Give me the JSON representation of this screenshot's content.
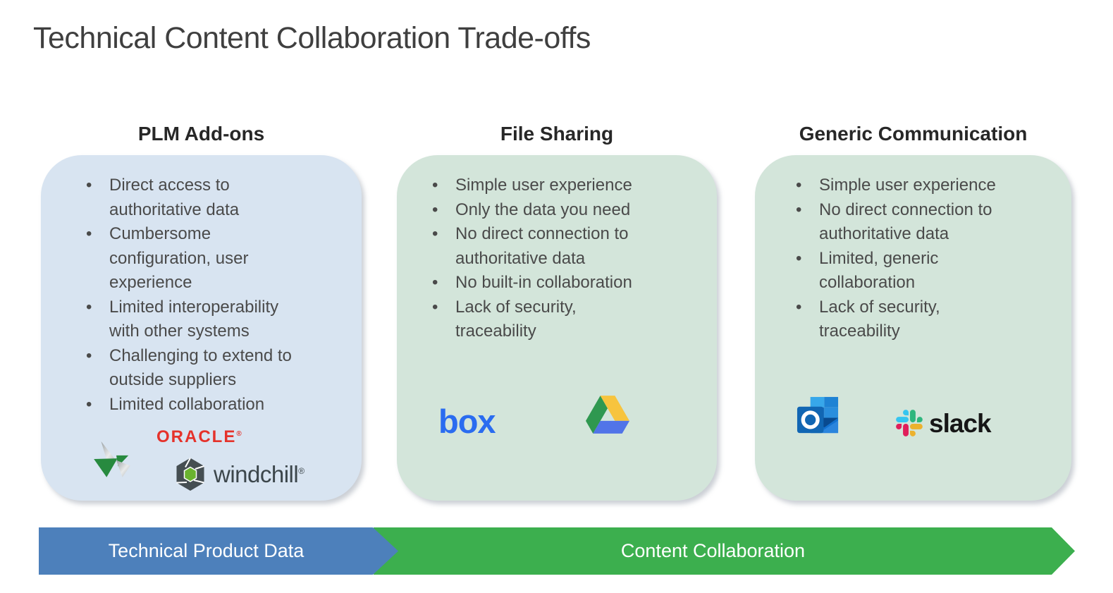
{
  "slide": {
    "title": "Technical Content Collaboration Trade-offs"
  },
  "columns": [
    {
      "header": "PLM Add-ons",
      "bullets": [
        "Direct access to authoritative data",
        "Cumbersome configuration, user experience",
        "Limited interoperability with other systems",
        "Challenging to extend to outside suppliers",
        "Limited collaboration"
      ],
      "logos": [
        "teamcenter-icon",
        "oracle-wordmark",
        "windchill-logo"
      ]
    },
    {
      "header": "File Sharing",
      "bullets": [
        "Simple user experience",
        "Only the data you need",
        "No direct connection to authoritative data",
        "No built-in collaboration",
        "Lack of security, traceability"
      ],
      "logos": [
        "box-wordmark",
        "google-drive-icon"
      ]
    },
    {
      "header": "Generic Communication",
      "bullets": [
        "Simple user experience",
        "No direct connection to authoritative data",
        "Limited, generic collaboration",
        "Lack of security, traceability"
      ],
      "logos": [
        "outlook-icon",
        "slack-logo"
      ]
    }
  ],
  "logo_text": {
    "oracle": "ORACLE",
    "windchill": "windchill",
    "box": "box",
    "slack": "slack",
    "reg_mark": "®"
  },
  "banner": {
    "left_label": "Technical Product Data",
    "right_label": "Content Collaboration"
  },
  "colors": {
    "card_blue": "#d8e4f1",
    "card_green": "#d3e5da",
    "arrow_blue": "#4d80bb",
    "arrow_green": "#3caf4e",
    "title_gray": "#3f3f3f",
    "header_gray": "#272727",
    "body_gray": "#4a4a4a",
    "oracle_red": "#e5322b",
    "box_blue": "#2a6cf0",
    "slack_black": "#161616",
    "windchill_gray": "#3c464b",
    "windchill_green": "#6ab32f"
  }
}
